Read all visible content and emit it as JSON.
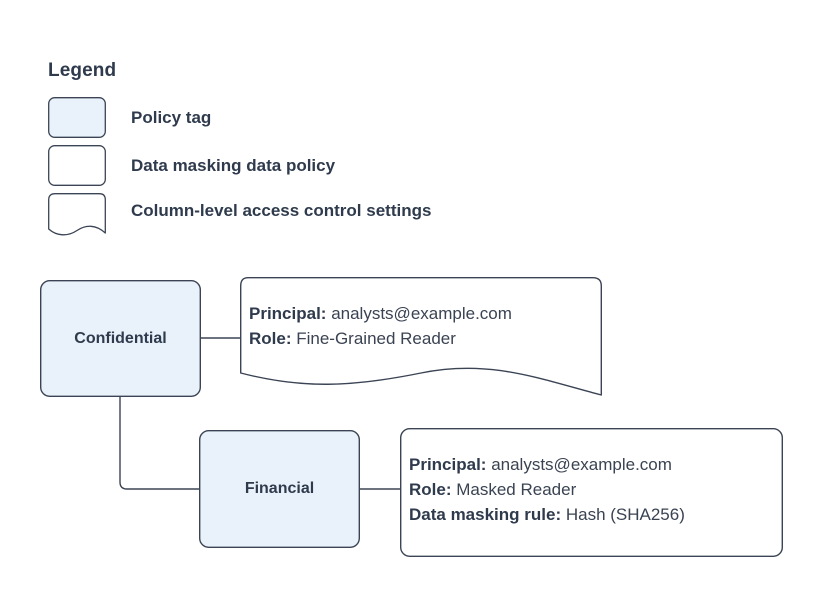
{
  "legend": {
    "title": "Legend",
    "items": [
      {
        "shape": "policy-tag-swatch",
        "label": "Policy tag"
      },
      {
        "shape": "data-policy-swatch",
        "label": "Data masking data policy"
      },
      {
        "shape": "access-control-swatch",
        "label": "Column-level access control settings"
      }
    ]
  },
  "nodes": [
    {
      "id": "confidential",
      "label": "Confidential"
    },
    {
      "id": "financial",
      "label": "Financial"
    }
  ],
  "callouts": {
    "confidential": {
      "lines": [
        {
          "key": "Principal:",
          "value": " analysts@example.com"
        },
        {
          "key": "Role:",
          "value": " Fine-Grained Reader"
        }
      ]
    },
    "financial": {
      "lines": [
        {
          "key": "Principal:",
          "value": " analysts@example.com"
        },
        {
          "key": "Role:",
          "value": " Masked Reader"
        },
        {
          "key": "Data masking rule:",
          "value": " Hash (SHA256)"
        }
      ]
    }
  },
  "colors": {
    "policy_tag_fill": "#e9f2fb",
    "stroke": "#3b4454",
    "text": "#2f3b4d",
    "background": "#ffffff"
  }
}
